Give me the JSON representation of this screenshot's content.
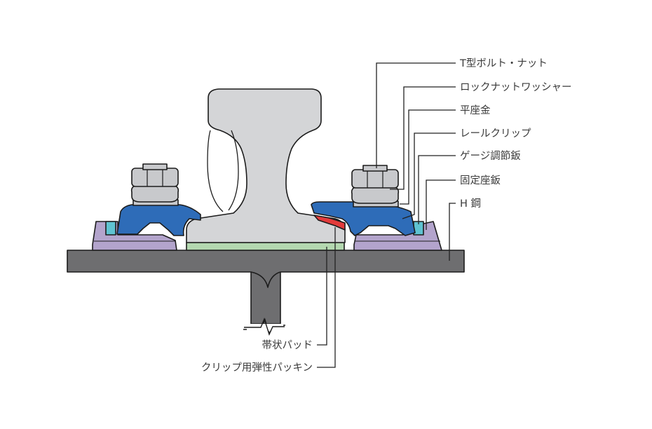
{
  "diagram": {
    "labels": {
      "t_bolt_nut": "T型ボルト・ナット",
      "lock_nut_washer": "ロックナットワッシャー",
      "flat_washer": "平座金",
      "rail_clip": "レールクリップ",
      "gauge_plate": "ゲージ調節鈑",
      "fixed_seat_plate": "固定座鈑",
      "h_steel": "H 鋼",
      "strip_pad": "帯状パッド",
      "clip_elastic_packing": "クリップ用弾性パッキン"
    },
    "colors": {
      "rail": "#d4d5d7",
      "h_beam": "#6e6e70",
      "rail_clip": "#2e6cb8",
      "seat_plate": "#b3a4cc",
      "gauge_plate": "#5fc3d1",
      "strip_pad": "#b4d8b0",
      "packing": "#e23b3b",
      "bolt": "#c8c9cc"
    }
  }
}
